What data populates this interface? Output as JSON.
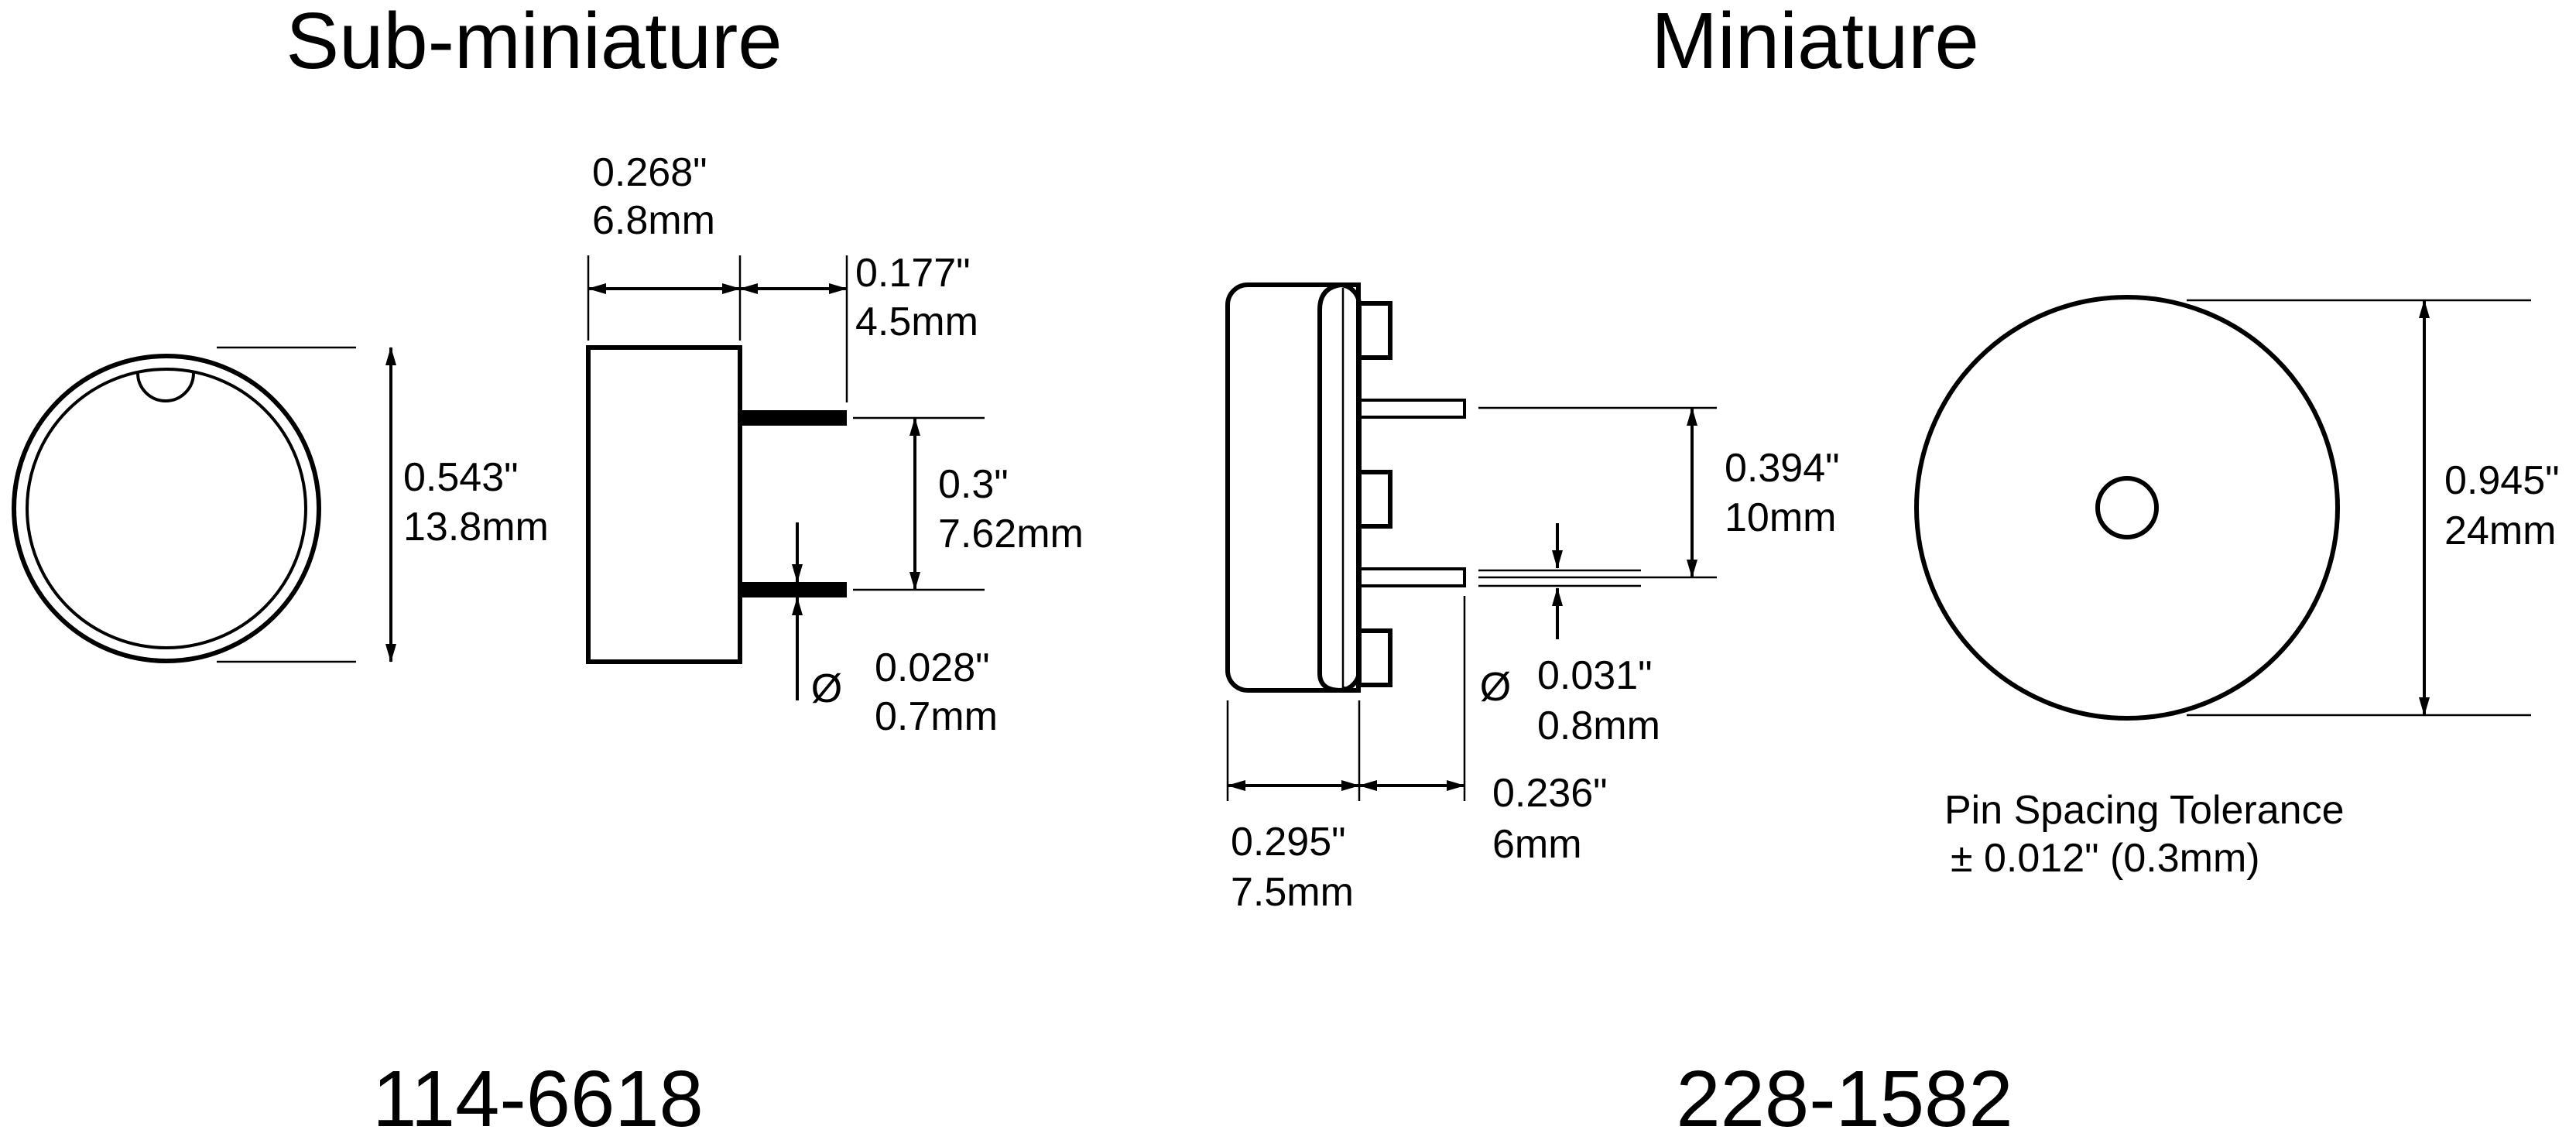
{
  "sub_miniature": {
    "title": "Sub-miniature",
    "part_number": "114-6618",
    "dims": {
      "width_in": "0.268\"",
      "width_mm": "6.8mm",
      "pin_len_in": "0.177\"",
      "pin_len_mm": "4.5mm",
      "diameter_in": "0.543\"",
      "diameter_mm": "13.8mm",
      "pin_spacing_in": "0.3\"",
      "pin_spacing_mm": "7.62mm",
      "pin_dia_symbol": "Ø",
      "pin_dia_in": "0.028\"",
      "pin_dia_mm": "0.7mm"
    }
  },
  "miniature": {
    "title": "Miniature",
    "part_number": "228-1582",
    "dims": {
      "pin_spacing_in": "0.394\"",
      "pin_spacing_mm": "10mm",
      "pin_dia_symbol": "Ø",
      "pin_dia_in": "0.031\"",
      "pin_dia_mm": "0.8mm",
      "body_width_in": "0.295\"",
      "body_width_mm": "7.5mm",
      "pin_len_in": "0.236\"",
      "pin_len_mm": "6mm",
      "diameter_in": "0.945\"",
      "diameter_mm": "24mm"
    },
    "tolerance_label": "Pin Spacing Tolerance",
    "tolerance_value": "± 0.012\" (0.3mm)"
  }
}
